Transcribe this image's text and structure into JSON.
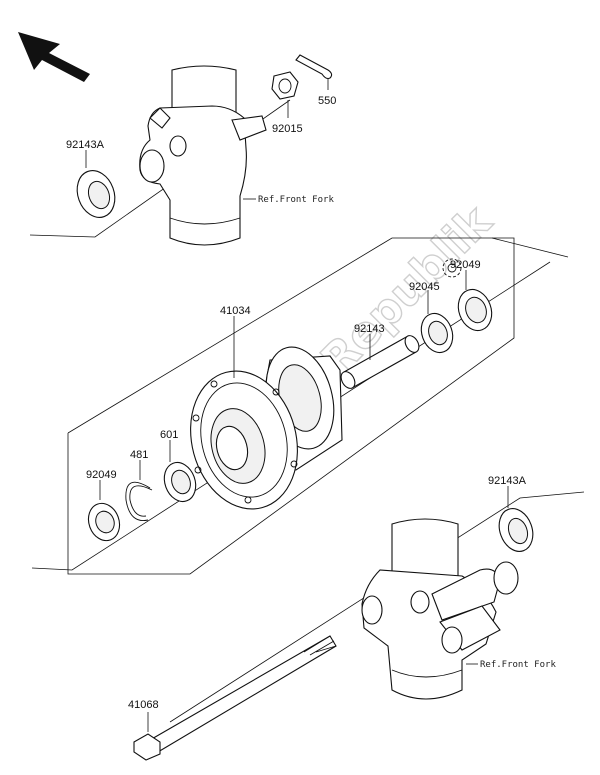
{
  "watermark": "PartsRepublik",
  "references": {
    "upper_fork": "Ref.Front Fork",
    "lower_fork": "Ref.Front Fork"
  },
  "part_labels": {
    "cotter_pin": "550",
    "axle_nut": "92015",
    "collar_upper_left": "92143A",
    "hub": "41034",
    "spacer": "92143",
    "bearing_right": "92045",
    "seal_right": "92049",
    "bearing_left": "601",
    "circlip": "481",
    "seal_left": "92049",
    "collar_lower_right": "92143A",
    "axle": "41068"
  },
  "icons": {
    "direction": "front-direction-arrow-icon",
    "gear": "gear-icon"
  }
}
